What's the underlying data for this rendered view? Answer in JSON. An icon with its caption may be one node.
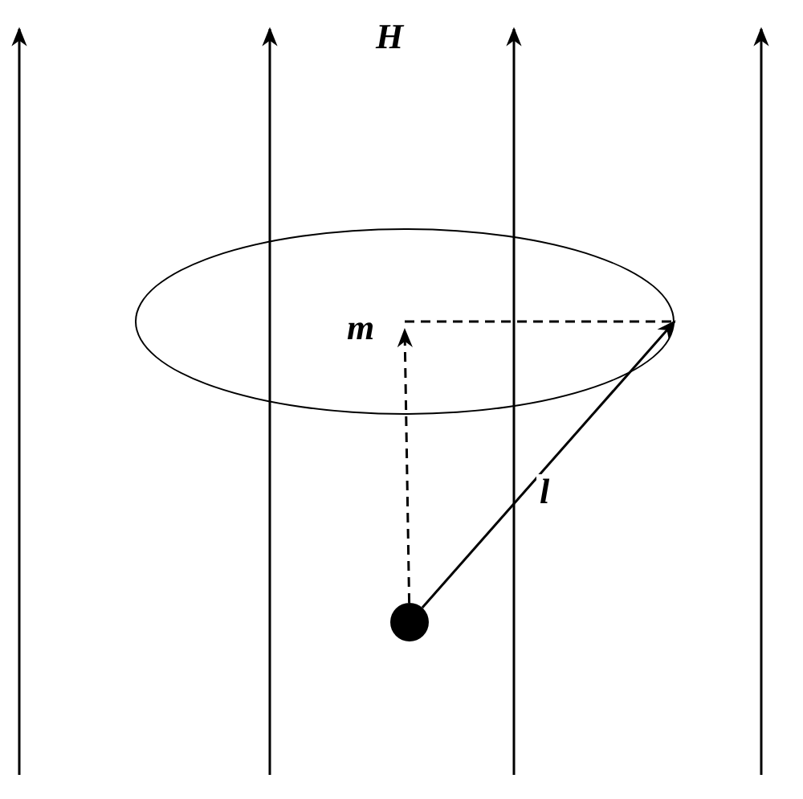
{
  "diagram": {
    "nodes": [
      {
        "text": [],
        "shape": "circle"
      },
      {
        "text": [],
        "shape": "ellipse"
      }
    ],
    "edges": [
      {
        "from": 0,
        "to": 1,
        "arrow": "to",
        "style": "dashed",
        "label": "m"
      },
      {
        "from": 1,
        "to": 1,
        "arrow": "none",
        "style": "dashed"
      },
      {
        "from": 0,
        "to": 1,
        "arrow": "to",
        "label": "l"
      }
    ],
    "labels": [
      "H"
    ]
  }
}
